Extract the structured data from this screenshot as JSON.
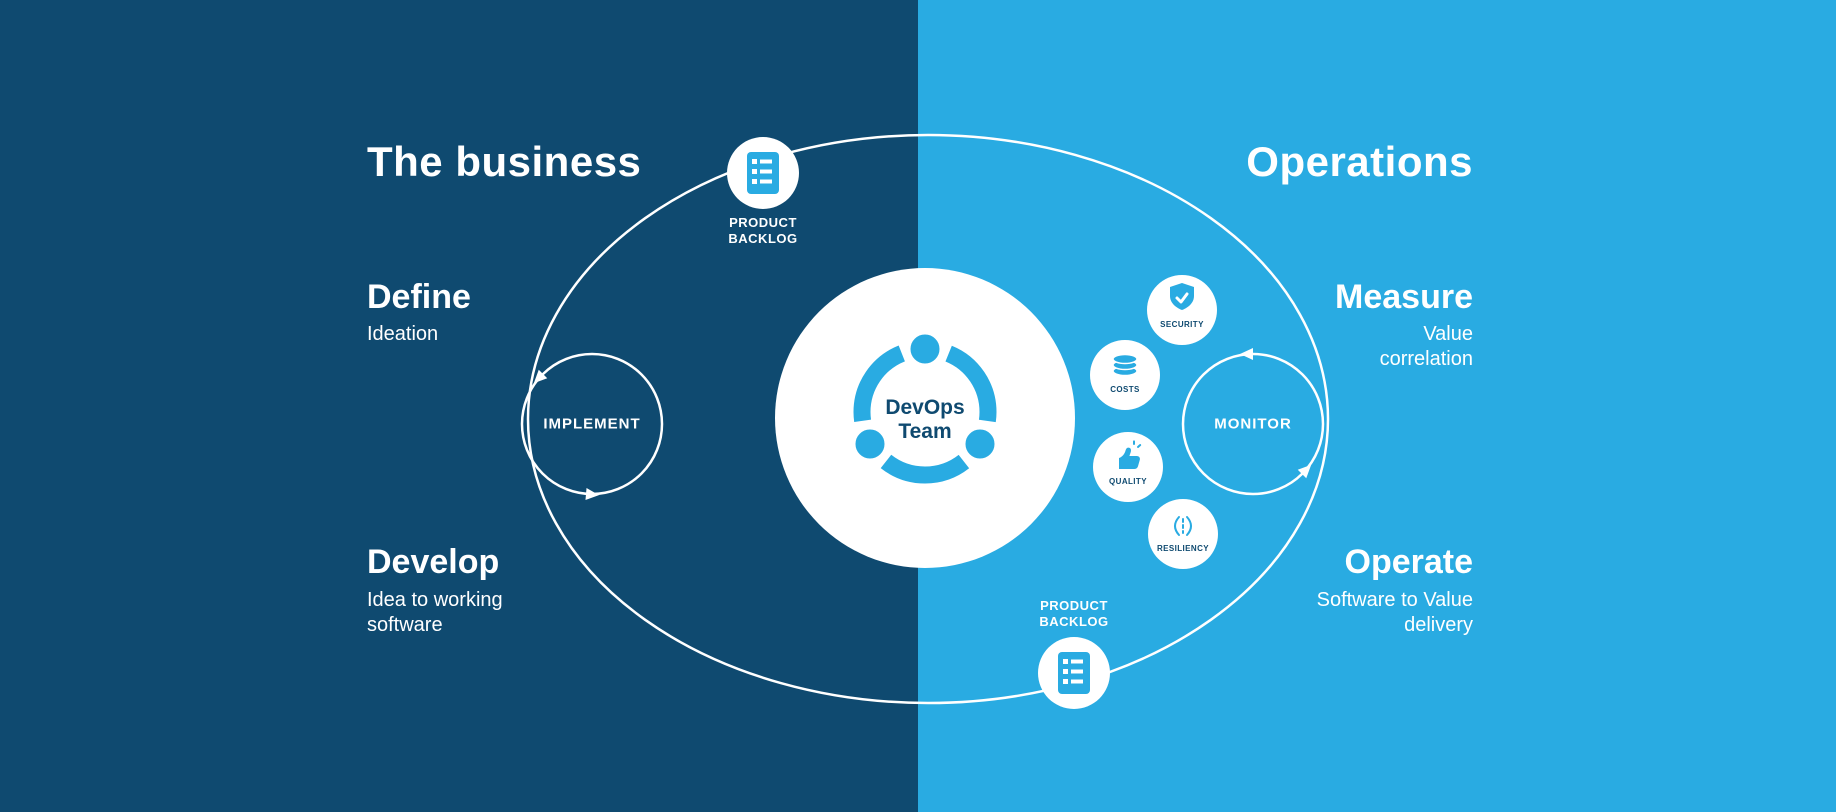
{
  "colors": {
    "navy": "#0f4a70",
    "blue": "#29abe2",
    "icon_blue": "#29abe2",
    "text_navy": "#0f4a70",
    "white": "#ffffff"
  },
  "business": {
    "title": "The business",
    "define_heading": "Define",
    "define_sub": "Ideation",
    "develop_heading": "Develop",
    "develop_sub": "Idea to working software"
  },
  "operations": {
    "title": "Operations",
    "measure_heading": "Measure",
    "measure_sub": "Value correlation",
    "operate_heading": "Operate",
    "operate_sub": "Software to Value delivery"
  },
  "center": {
    "team_label": "DevOps Team",
    "icon": "devops-team-people-icon"
  },
  "loops": {
    "implement": "IMPLEMENT",
    "monitor": "MONITOR"
  },
  "backlog": {
    "top_label": "PRODUCT BACKLOG",
    "bottom_label": "PRODUCT BACKLOG",
    "icon": "checklist-clipboard-icon"
  },
  "satellites": [
    {
      "label": "SECURITY",
      "icon": "shield-check-icon"
    },
    {
      "label": "COSTS",
      "icon": "coin-stack-icon"
    },
    {
      "label": "QUALITY",
      "icon": "thumbs-up-sparkle-icon"
    },
    {
      "label": "RESILIENCY",
      "icon": "elasticity-arcs-icon"
    }
  ]
}
